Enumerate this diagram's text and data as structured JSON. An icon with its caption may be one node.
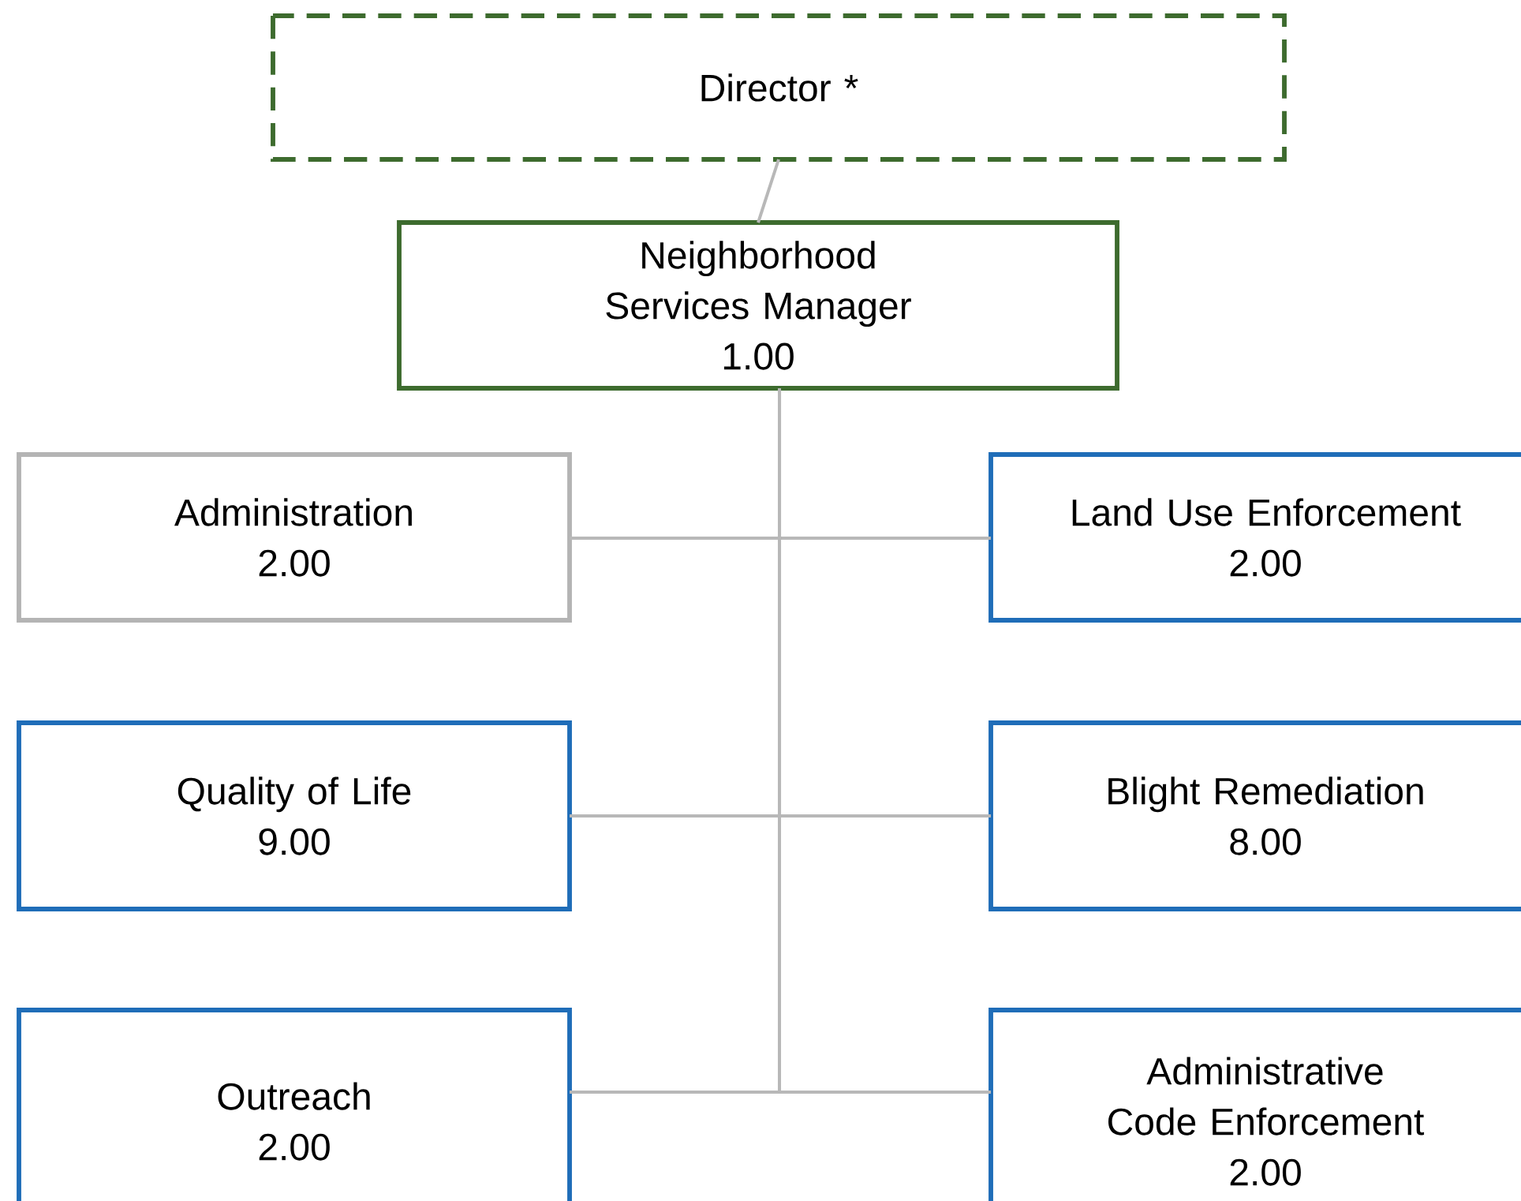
{
  "diagram": {
    "nodes": [
      {
        "text": [
          "Director *"
        ]
      },
      {
        "text": [
          "Neighborhood Services Manager",
          "1.00"
        ]
      },
      {
        "text": [
          "Administration",
          "2.00"
        ]
      },
      {
        "text": [
          "Land Use Enforcement",
          "2.00"
        ]
      },
      {
        "text": [
          "Quality of Life",
          "9.00"
        ]
      },
      {
        "text": [
          "Blight Remediation",
          "8.00"
        ]
      },
      {
        "text": [
          "Outreach",
          "2.00"
        ]
      },
      {
        "text": [
          "Administrative Code Enforcement",
          "2.00"
        ]
      }
    ],
    "edges": [
      {
        "from": 0,
        "to": 1,
        "arrow": "none"
      },
      {
        "from": 1,
        "to": 2,
        "arrow": "none"
      },
      {
        "from": 1,
        "to": 3,
        "arrow": "none"
      },
      {
        "from": 1,
        "to": 4,
        "arrow": "none"
      },
      {
        "from": 1,
        "to": 5,
        "arrow": "none"
      },
      {
        "from": 1,
        "to": 6,
        "arrow": "none"
      },
      {
        "from": 1,
        "to": 7,
        "arrow": "none"
      }
    ]
  }
}
